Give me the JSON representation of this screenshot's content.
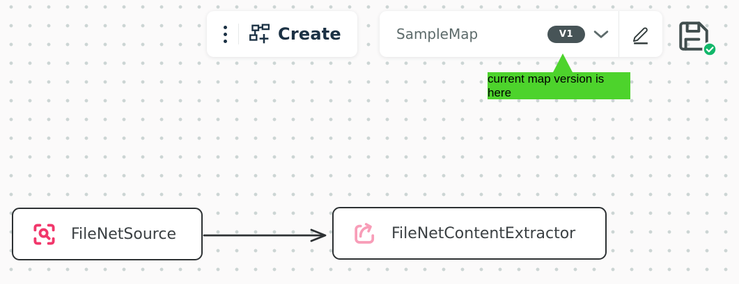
{
  "toolbar": {
    "create_button": {
      "label": "Create"
    },
    "map_selector": {
      "name": "SampleMap",
      "version": "V1"
    }
  },
  "annotation": {
    "text": "current map version is here",
    "color": "#4dd32c"
  },
  "nodes": [
    {
      "label": "FileNetSource",
      "icon": "scan-search-icon",
      "icon_color": "#f1376b"
    },
    {
      "label": "FileNetContentExtractor",
      "icon": "share-export-icon",
      "icon_color": "#f89db8"
    }
  ],
  "connection": {
    "from": "FileNetSource",
    "to": "FileNetContentExtractor"
  },
  "colors": {
    "background": "#fbfafa",
    "grid_dot": "#ccd5d4",
    "primary_text": "#1b3144",
    "node_border": "#2d3133",
    "badge_background": "#475457",
    "save_status_green": "#12b76a"
  }
}
